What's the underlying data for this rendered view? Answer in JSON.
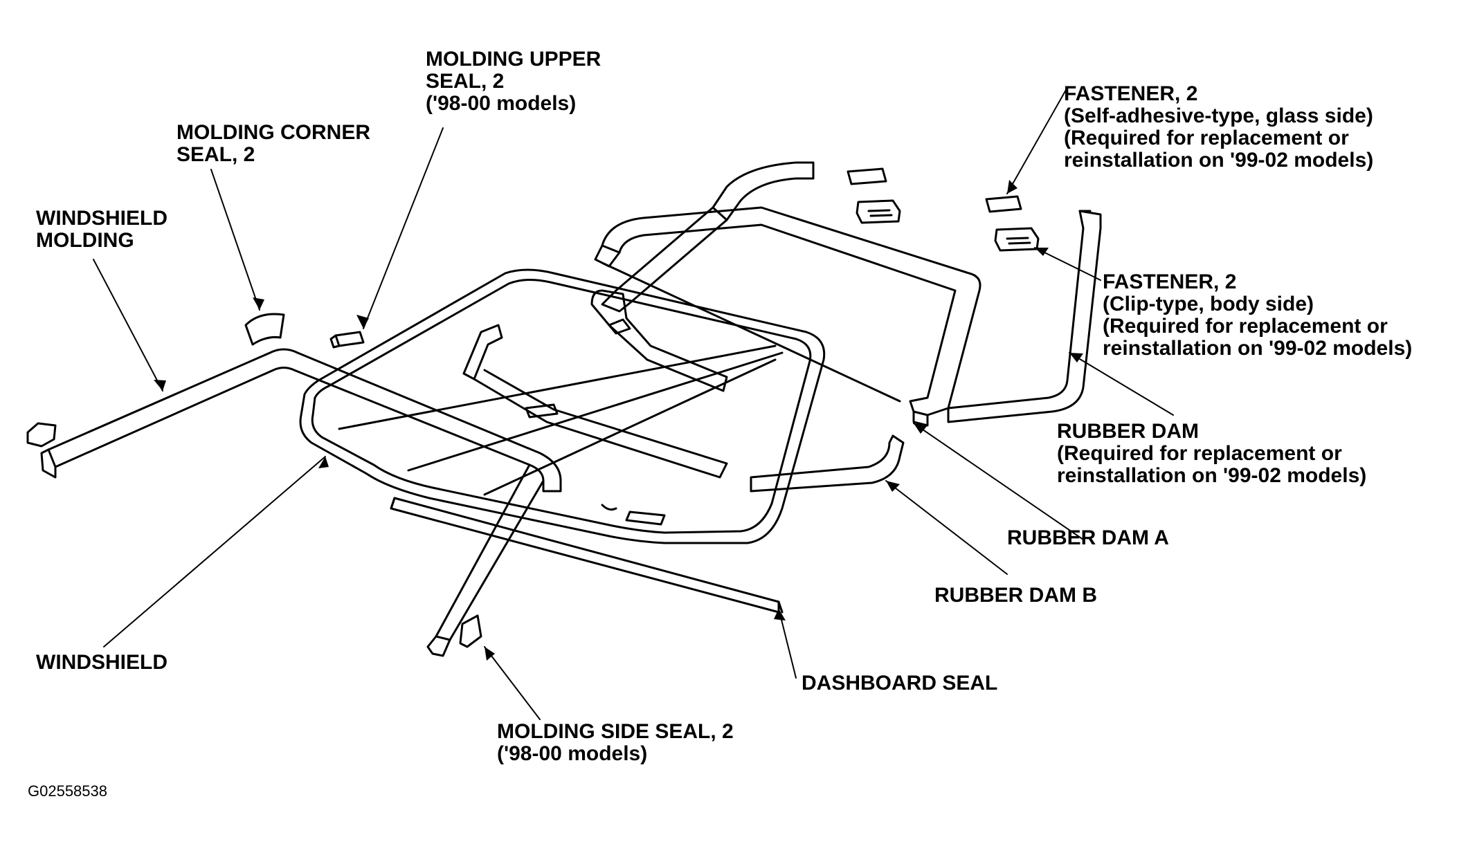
{
  "labels": {
    "molding_upper_seal": [
      "MOLDING UPPER",
      "SEAL, 2",
      "('98-00 models)"
    ],
    "molding_corner_seal": [
      "MOLDING CORNER",
      "SEAL, 2"
    ],
    "windshield_molding": [
      "WINDSHIELD",
      "MOLDING"
    ],
    "fastener_glass": [
      "FASTENER, 2",
      "(Self-adhesive-type, glass side)",
      "(Required for replacement or",
      "reinstallation on '99-02 models)"
    ],
    "fastener_body": [
      "FASTENER, 2",
      "(Clip-type, body side)",
      "(Required for replacement or",
      "reinstallation on '99-02 models)"
    ],
    "rubber_dam": [
      "RUBBER DAM",
      "(Required for replacement or",
      "reinstallation on '99-02 models)"
    ],
    "rubber_dam_a": "RUBBER DAM A",
    "rubber_dam_b": "RUBBER DAM B",
    "dashboard_seal": "DASHBOARD SEAL",
    "windshield": "WINDSHIELD",
    "molding_side_seal": [
      "MOLDING SIDE SEAL, 2",
      "('98-00 models)"
    ]
  },
  "figure_id": "G02558538",
  "colors": {
    "ink": "#000000",
    "paper": "#ffffff"
  }
}
